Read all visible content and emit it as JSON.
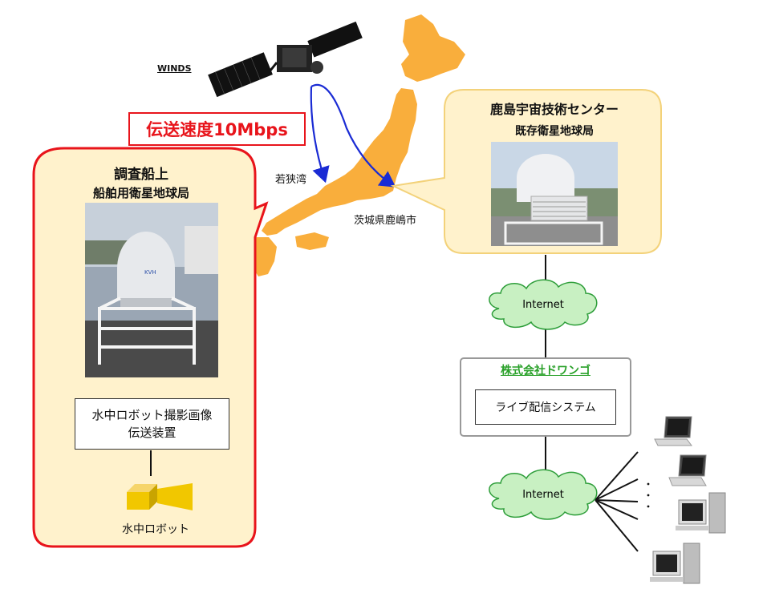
{
  "satellite": {
    "label": "WINDS"
  },
  "transmission": {
    "speed_label": "伝送速度10Mbps"
  },
  "ship": {
    "title": "調査船上",
    "subtitle": "船舶用衛星地球局",
    "device_line1": "水中ロボット撮影画像",
    "device_line2": "伝送装置",
    "robot_label": "水中ロボット"
  },
  "map": {
    "wakasa_bay": "若狭湾",
    "kashima_city": "茨城県鹿嶋市"
  },
  "kashima_center": {
    "title": "鹿島宇宙技術センター",
    "subtitle": "既存衛星地球局"
  },
  "network": {
    "internet_upper": "Internet",
    "internet_lower": "Internet",
    "company_name": "株式会社ドワンゴ",
    "live_system": "ライブ配信システム"
  },
  "colors": {
    "japan": "#f9ae3c",
    "callout_border_red": "#e8141b",
    "callout_fill": "#fff2cc",
    "callout_border_yellow": "#f3d27a",
    "cloud_fill": "#c8f0c2",
    "cloud_stroke": "#2e9e3a",
    "arrow_blue": "#1a2bd4",
    "company_green": "#2aa12a"
  }
}
